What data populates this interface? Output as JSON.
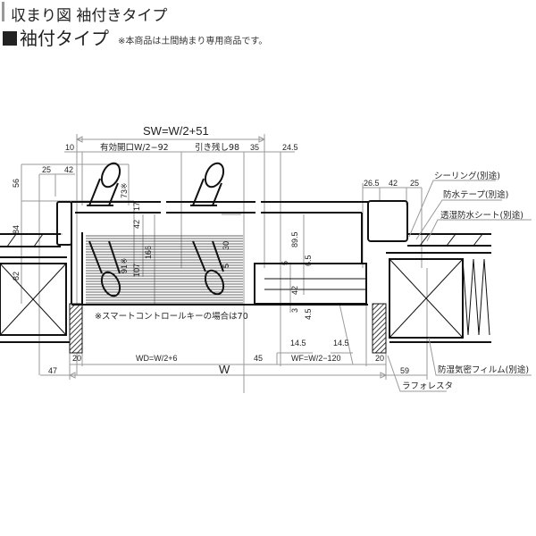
{
  "header": {
    "section_title": "収まり図 袖付きタイプ",
    "type_title": "袖付タイプ",
    "note": "※本商品は土間納まり専用商品です。"
  },
  "dimensions": {
    "sw": "SW=W/2+51",
    "top_10": "10",
    "effective_opening": "有効開口W/2−92",
    "draw_remaining": "引き残し98",
    "top_35": "35",
    "top_24_5": "24.5",
    "left_25": "25",
    "left_42": "42",
    "v_56": "56",
    "v_73": "73※",
    "v_17": "17",
    "v_42a": "42",
    "v_84": "84",
    "v_82": "82",
    "v_91": "91※",
    "v_107": "107",
    "v_166": "166",
    "v_30": "30",
    "v_5a": "5",
    "v_89_5": "89.5",
    "v_5b": "5",
    "v_6_5": "6.5",
    "v_42b": "42",
    "v_3": "3",
    "v_4_5": "4.5",
    "right_26_5": "26.5",
    "right_42": "42",
    "right_25": "25",
    "smart_key_note": "※スマートコントロールキーの場合は70",
    "bottom_20a": "20",
    "wd": "WD=W/2+6",
    "bottom_45": "45",
    "f_14_5a": "14.5",
    "f_14_5b": "14.5",
    "wf": "WF=W/2−120",
    "bottom_20b": "20",
    "bottom_47": "47",
    "w": "W",
    "bottom_59": "59"
  },
  "callouts": {
    "sealing": "シーリング(別途)",
    "waterproof_tape": "防水テープ(別途)",
    "breathable_sheet": "透湿防水シート(別途)",
    "vapor_film": "防湿気密フィルム(別途)",
    "laforesta": "ラフォレスタ"
  }
}
